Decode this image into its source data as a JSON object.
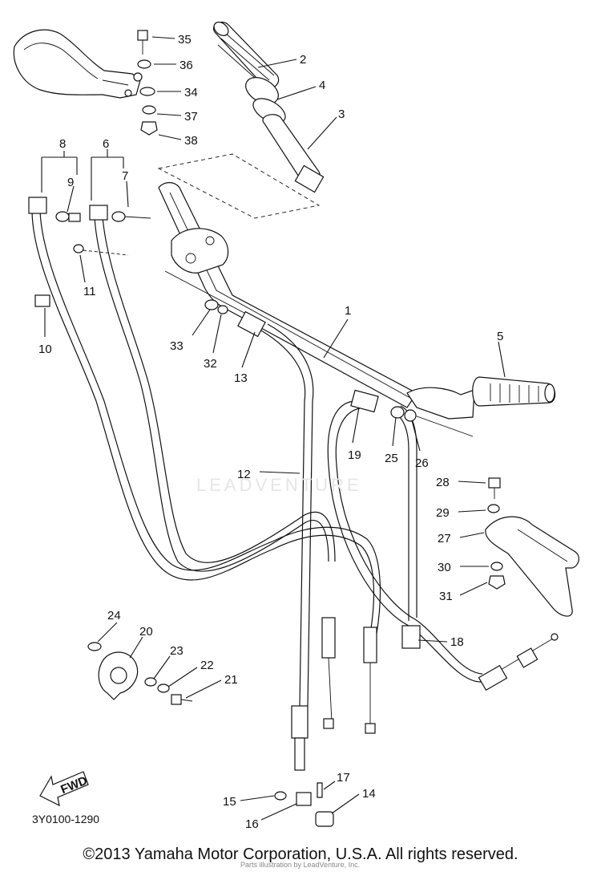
{
  "diagram": {
    "code": "3Y0100-1290",
    "fwd_label": "FWD",
    "watermark": "LEADVENTURE",
    "copyright": "©2013 Yamaha Motor Corporation, U.S.A. All rights reserved.",
    "copyright_sub": "Parts illustration by LeadVenture, Inc.",
    "part_numbers": [
      "1",
      "2",
      "3",
      "4",
      "5",
      "6",
      "7",
      "8",
      "9",
      "10",
      "11",
      "12",
      "13",
      "14",
      "15",
      "16",
      "17",
      "18",
      "19",
      "20",
      "21",
      "22",
      "23",
      "24",
      "25",
      "26",
      "27",
      "28",
      "29",
      "30",
      "31",
      "32",
      "33",
      "34",
      "35",
      "36",
      "37",
      "38"
    ]
  }
}
